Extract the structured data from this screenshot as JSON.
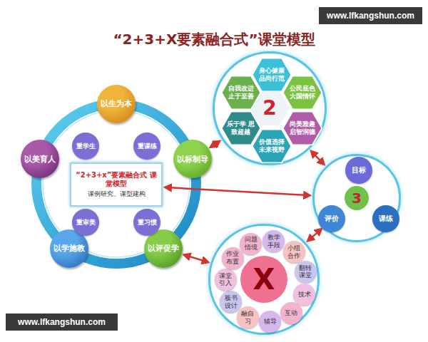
{
  "diagram": {
    "title": "“2+3+X要素融合式”课堂模型",
    "nodes": [
      {
        "text": [
          "“2+3+x”要素融合式 课堂模型",
          "课例研究、课型建构"
        ]
      },
      {
        "text": [
          "以生为本"
        ]
      },
      {
        "text": [
          "以标制导"
        ]
      },
      {
        "text": [
          "以评促学"
        ]
      },
      {
        "text": [
          "以学施教"
        ]
      },
      {
        "text": [
          "以美育人"
        ]
      },
      {
        "text": [
          "重学生"
        ]
      },
      {
        "text": [
          "重课练"
        ]
      },
      {
        "text": [
          "重审美"
        ]
      },
      {
        "text": [
          "重习惯"
        ]
      },
      {
        "text": [
          "2"
        ]
      },
      {
        "text": [
          "身心健康 品尚行范"
        ],
        "in": 10
      },
      {
        "text": [
          "公民底色 大国情怀"
        ],
        "in": 10
      },
      {
        "text": [
          "尚美雅趣 启智润德"
        ],
        "in": 10
      },
      {
        "text": [
          "价值选择 未来视野"
        ],
        "in": 10
      },
      {
        "text": [
          "乐于学 思致超越"
        ],
        "in": 10
      },
      {
        "text": [
          "自我改进 止于至善"
        ],
        "in": 10
      },
      {
        "text": [
          "3"
        ]
      },
      {
        "text": [
          "目标"
        ],
        "in": 17
      },
      {
        "text": [
          "评价"
        ],
        "in": 17
      },
      {
        "text": [
          "课练"
        ],
        "in": 17
      },
      {
        "text": [
          "X"
        ]
      },
      {
        "text": [
          "问题情境"
        ],
        "in": 21
      },
      {
        "text": [
          "教学手段"
        ],
        "in": 21
      },
      {
        "text": [
          "小组合作"
        ],
        "in": 21
      },
      {
        "text": [
          "翻转课堂"
        ],
        "in": 21
      },
      {
        "text": [
          "技术"
        ],
        "in": 21
      },
      {
        "text": [
          "互动"
        ],
        "in": 21
      },
      {
        "text": [
          "辅导"
        ],
        "in": 21
      },
      {
        "text": [
          "融自习"
        ],
        "in": 21
      },
      {
        "text": [
          "板书设计"
        ],
        "in": 21
      },
      {
        "text": [
          "课堂引入"
        ],
        "in": 21
      },
      {
        "text": [
          "作业布置"
        ],
        "in": 21
      }
    ],
    "edges": [
      {
        "from": 2,
        "to": 10,
        "arrow": "both"
      },
      {
        "from": 0,
        "to": 17,
        "arrow": "both"
      },
      {
        "from": 3,
        "to": 21,
        "arrow": "both"
      },
      {
        "from": 10,
        "to": 17,
        "arrow": "both"
      },
      {
        "from": 17,
        "to": 21,
        "arrow": "both"
      }
    ],
    "labels": [
      "www.lfkangshun.com",
      "www.lfkangshun.com"
    ]
  }
}
